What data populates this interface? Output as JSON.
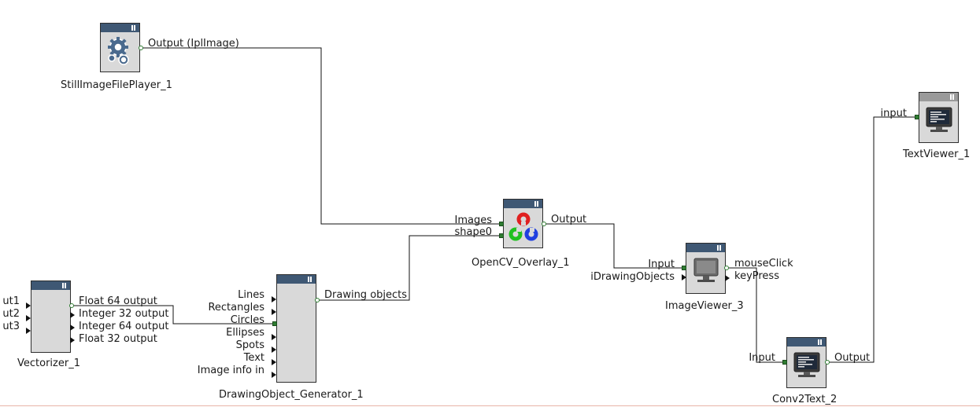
{
  "nodes": {
    "still_image_player": {
      "name": "StillImageFilePlayer_1",
      "icon": "gears-icon",
      "outputs": [
        "Output (IplImage)"
      ]
    },
    "opencv_overlay": {
      "name": "OpenCV_Overlay_1",
      "icon": "opencv-logo-icon",
      "inputs": [
        "Images",
        "shape0"
      ],
      "outputs": [
        "Output"
      ]
    },
    "image_viewer": {
      "name": "ImageViewer_3",
      "icon": "monitor-icon",
      "inputs": [
        "Input",
        "iDrawingObjects"
      ],
      "outputs": [
        "mouseClick",
        "keyPress"
      ]
    },
    "text_viewer": {
      "name": "TextViewer_1",
      "icon": "terminal-monitor-icon",
      "inputs": [
        "input"
      ]
    },
    "conv2text": {
      "name": "Conv2Text_2",
      "icon": "terminal-monitor-icon",
      "inputs": [
        "Input"
      ],
      "outputs": [
        "Output"
      ]
    },
    "vectorizer": {
      "name": "Vectorizer_1",
      "inputs": [
        "ut1",
        "ut2",
        "ut3"
      ],
      "outputs": [
        "Float 64 output",
        "Integer 32 output",
        "Integer 64 output",
        "Float 32 output"
      ]
    },
    "drawing_generator": {
      "name": "DrawingObject_Generator_1",
      "inputs": [
        "Lines",
        "Rectangles",
        "Circles",
        "Ellipses",
        "Spots",
        "Text",
        "Image info in"
      ],
      "outputs": [
        "Drawing objects"
      ]
    }
  },
  "colors": {
    "title_bar": "#3f5874",
    "title_bar_inactive": "#9a9a9a",
    "node_body": "#d9d9d9",
    "port_connected": "#2f7d32",
    "wire": "#111111"
  }
}
